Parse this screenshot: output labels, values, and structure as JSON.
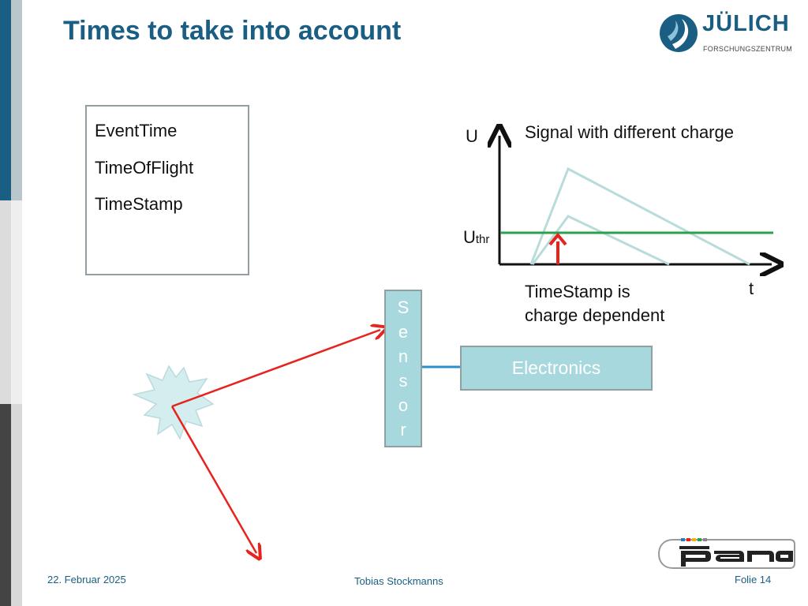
{
  "slide": {
    "title": "Times to take into account"
  },
  "logo": {
    "name": "JÜLICH",
    "subtitle": "FORSCHUNGSZENTRUM"
  },
  "time_list": {
    "items": [
      "EventTime",
      "TimeOfFlight",
      "TimeStamp"
    ]
  },
  "signal_plot": {
    "y_label": "U",
    "threshold_label_main": "U",
    "threshold_label_sub": "thr",
    "x_label": "t",
    "caption": "Signal with different charge",
    "note_line1": "TimeStamp is",
    "note_line2": "charge dependent"
  },
  "detector": {
    "sensor_letters": [
      "S",
      "e",
      "n",
      "s",
      "o",
      "r"
    ],
    "electronics_label": "Electronics"
  },
  "footer": {
    "date": "22. Februar 2025",
    "author": "Tobias Stockmanns",
    "slide_number": "Folie 14"
  },
  "colors": {
    "title_blue": "#1b5e84",
    "signal_line": "#b7dcd9",
    "threshold_line": "#2aa24c",
    "arrow_red": "#e8221c",
    "sensor_fill": "#a7d8dd",
    "connector_blue": "#2b8fc9"
  }
}
